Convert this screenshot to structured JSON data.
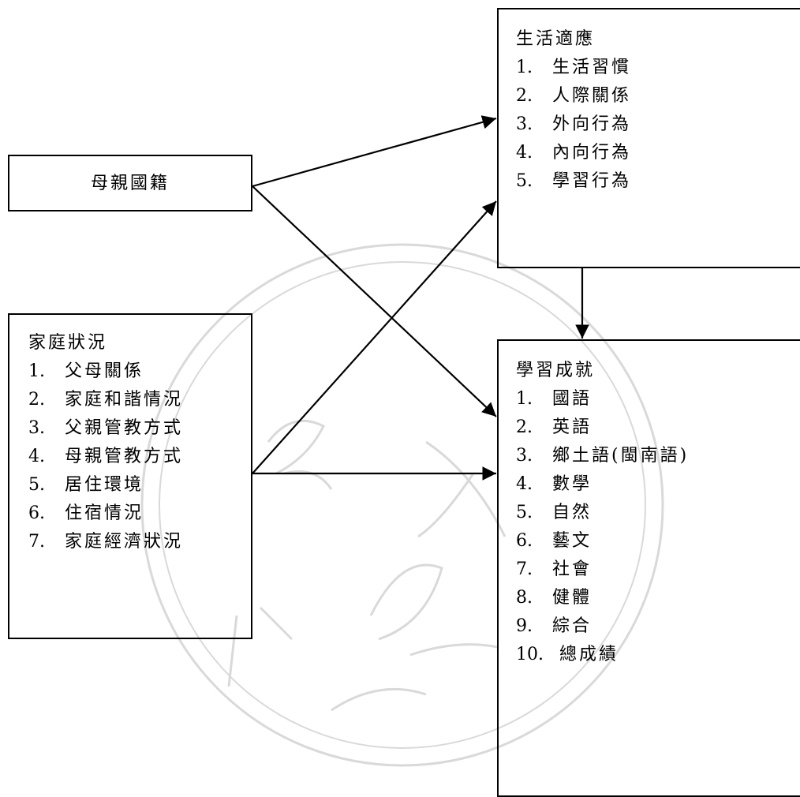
{
  "diagram": {
    "mother_nationality": {
      "title": "母親國籍"
    },
    "family_status": {
      "title": "家庭狀況",
      "items": [
        {
          "num": "1.",
          "label": "父母關係"
        },
        {
          "num": "2.",
          "label": "家庭和諧情況"
        },
        {
          "num": "3.",
          "label": "父親管教方式"
        },
        {
          "num": "4.",
          "label": "母親管教方式"
        },
        {
          "num": "5.",
          "label": "居住環境"
        },
        {
          "num": "6.",
          "label": "住宿情況"
        },
        {
          "num": "7.",
          "label": "家庭經濟狀況"
        }
      ]
    },
    "life_adaptation": {
      "title": "生活適應",
      "items": [
        {
          "num": "1.",
          "label": "生活習慣"
        },
        {
          "num": "2.",
          "label": "人際關係"
        },
        {
          "num": "3.",
          "label": "外向行為"
        },
        {
          "num": "4.",
          "label": "內向行為"
        },
        {
          "num": "5.",
          "label": "學習行為"
        }
      ]
    },
    "academic_achievement": {
      "title": "學習成就",
      "items": [
        {
          "num": "1.",
          "label": "國語"
        },
        {
          "num": "2.",
          "label": "英語"
        },
        {
          "num": "3.",
          "label": "鄉土語(閩南語)"
        },
        {
          "num": "4.",
          "label": "數學"
        },
        {
          "num": "5.",
          "label": "自然"
        },
        {
          "num": "6.",
          "label": "藝文"
        },
        {
          "num": "7.",
          "label": "社會"
        },
        {
          "num": "8.",
          "label": "健體"
        },
        {
          "num": "9.",
          "label": "綜合"
        },
        {
          "num": "10.",
          "label": "總成績"
        }
      ]
    },
    "colors": {
      "line": "#000000",
      "watermark": "#d9d9d9",
      "background": "#ffffff"
    }
  }
}
